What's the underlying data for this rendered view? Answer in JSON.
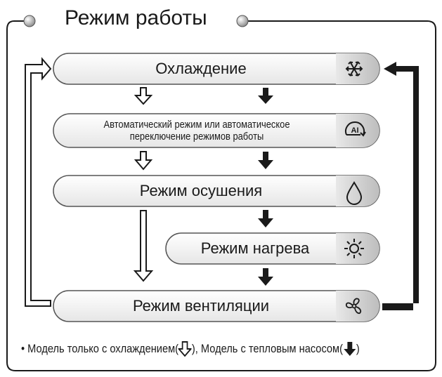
{
  "title": "Режим работы",
  "modes": [
    {
      "label": "Охлаждение",
      "icon": "snowflake-icon"
    },
    {
      "label_line1": "Автоматический режим или автоматическое",
      "label_line2": "переключение режимов работы",
      "icon": "auto-ai-icon",
      "icon_text": "AI"
    },
    {
      "label": "Режим осушения",
      "icon": "water-drop-icon"
    },
    {
      "label": "Режим нагрева",
      "icon": "sun-icon"
    },
    {
      "label": "Режим вентиляции",
      "icon": "fan-icon"
    }
  ],
  "footnote": {
    "part1": "• Модель только с охлаждением(",
    "part2": "), Модель с тепловым насосом(",
    "part3": ")"
  },
  "colors": {
    "line": "#1a1a1a",
    "pill_fill": "#f4f4f4",
    "icon_bg": "#c8c8c8"
  }
}
